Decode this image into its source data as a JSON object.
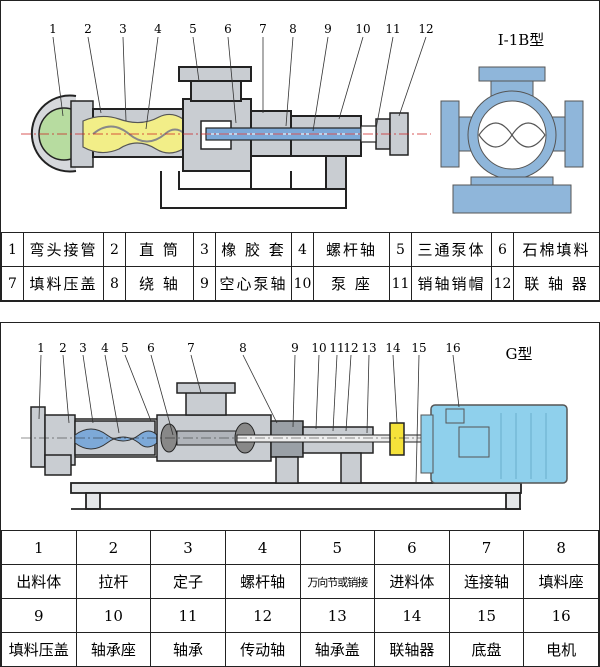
{
  "top": {
    "model_label": "I-1B型",
    "callouts": [
      "1",
      "2",
      "3",
      "4",
      "5",
      "6",
      "7",
      "8",
      "9",
      "10",
      "11",
      "12"
    ],
    "parts_rows": [
      [
        {
          "n": "1",
          "name": "弯头接管"
        },
        {
          "n": "2",
          "name": "直 筒"
        },
        {
          "n": "3",
          "name": "橡 胶 套"
        },
        {
          "n": "4",
          "name": "螺杆轴"
        },
        {
          "n": "5",
          "name": "三通泵体"
        },
        {
          "n": "6",
          "name": "石棉填料"
        }
      ],
      [
        {
          "n": "7",
          "name": "填料压盖"
        },
        {
          "n": "8",
          "name": "绕 轴"
        },
        {
          "n": "9",
          "name": "空心泵轴"
        },
        {
          "n": "10",
          "name": "泵 座"
        },
        {
          "n": "11",
          "name": "销轴销帽"
        },
        {
          "n": "12",
          "name": "联 轴 器"
        }
      ]
    ]
  },
  "bottom": {
    "model_label": "G型",
    "callouts": [
      "1",
      "2",
      "3",
      "4",
      "5",
      "6",
      "7",
      "8",
      "9",
      "10",
      "11",
      "12",
      "13",
      "14",
      "15",
      "16"
    ],
    "parts_row1_nums": [
      "1",
      "2",
      "3",
      "4",
      "5",
      "6",
      "7",
      "8"
    ],
    "parts_row1_names": [
      "出料体",
      "拉杆",
      "定子",
      "螺杆轴",
      "万向节或销接",
      "进料体",
      "连接轴",
      "填料座"
    ],
    "parts_row2_nums": [
      "9",
      "10",
      "11",
      "12",
      "13",
      "14",
      "15",
      "16"
    ],
    "parts_row2_names": [
      "填料压盖",
      "轴承座",
      "轴承",
      "传动轴",
      "轴承盖",
      "联轴器",
      "底盘",
      "电机"
    ]
  },
  "colors": {
    "stator_yellow": "#f2ee88",
    "metal_gray": "#c9cdd2",
    "motor_blue": "#8fd0ec",
    "pump_side_blue": "#8fb6da",
    "inlet_green": "#b7dca0",
    "shaft_blue": "#7da9d8",
    "coupling_yellow": "#f5e23a"
  }
}
